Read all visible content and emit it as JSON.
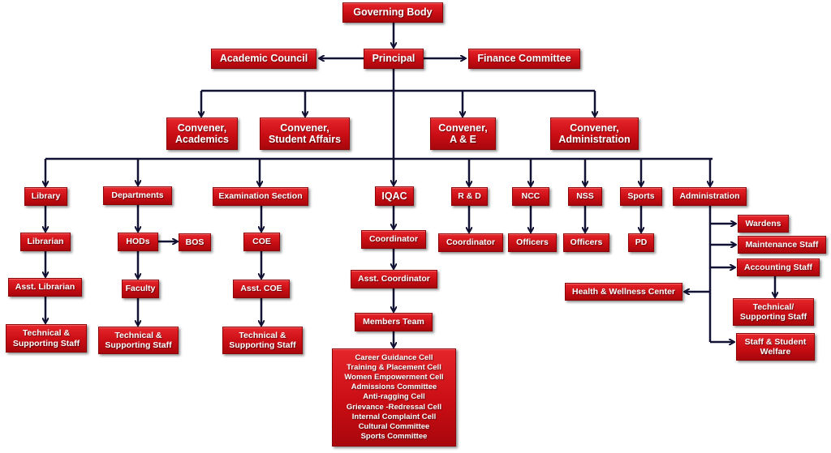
{
  "colors": {
    "box": "#c90d14",
    "line": "#111133",
    "glow": "#8a6fd0"
  },
  "top": {
    "governing_body": "Governing Body",
    "principal": "Principal",
    "academic_council": "Academic Council",
    "finance_committee": "Finance Committee"
  },
  "conveners": {
    "academics": "Convener,\nAcademics",
    "student_affairs": "Convener,\nStudent Affairs",
    "ae": "Convener,\nA & E",
    "administration": "Convener,\nAdministration"
  },
  "library": {
    "title": "Library",
    "librarian": "Librarian",
    "asst": "Asst. Librarian",
    "staff": "Technical &\nSupporting Staff"
  },
  "departments": {
    "title": "Departments",
    "hods": "HODs",
    "bos": "BOS",
    "faculty": "Faculty",
    "staff": "Technical &\nSupporting Staff"
  },
  "exam": {
    "title": "Examination Section",
    "coe": "COE",
    "asst": "Asst. COE",
    "staff": "Technical &\nSupporting Staff"
  },
  "iqac": {
    "title": "IQAC",
    "coordinator": "Coordinator",
    "asst": "Asst. Coordinator",
    "members": "Members Team",
    "cells": [
      "Career Guidance Cell",
      "Training & Placement Cell",
      "Women Empowerment Cell",
      "Admissions Committee",
      "Anti-ragging Cell",
      "Grievance -Redressal Cell",
      "Internal Complaint Cell",
      "Cultural Committee",
      "Sports Committee"
    ]
  },
  "rd": {
    "title": "R & D",
    "coordinator": "Coordinator"
  },
  "ncc": {
    "title": "NCC",
    "officers": "Officers"
  },
  "nss": {
    "title": "NSS",
    "officers": "Officers"
  },
  "sports": {
    "title": "Sports",
    "pd": "PD"
  },
  "administration": {
    "title": "Administration",
    "wardens": "Wardens",
    "maintenance": "Maintenance Staff",
    "accounting": "Accounting Staff",
    "health": "Health & Wellness Center",
    "technical": "Technical/\nSupporting Staff",
    "welfare": "Staff & Student\nWelfare"
  }
}
